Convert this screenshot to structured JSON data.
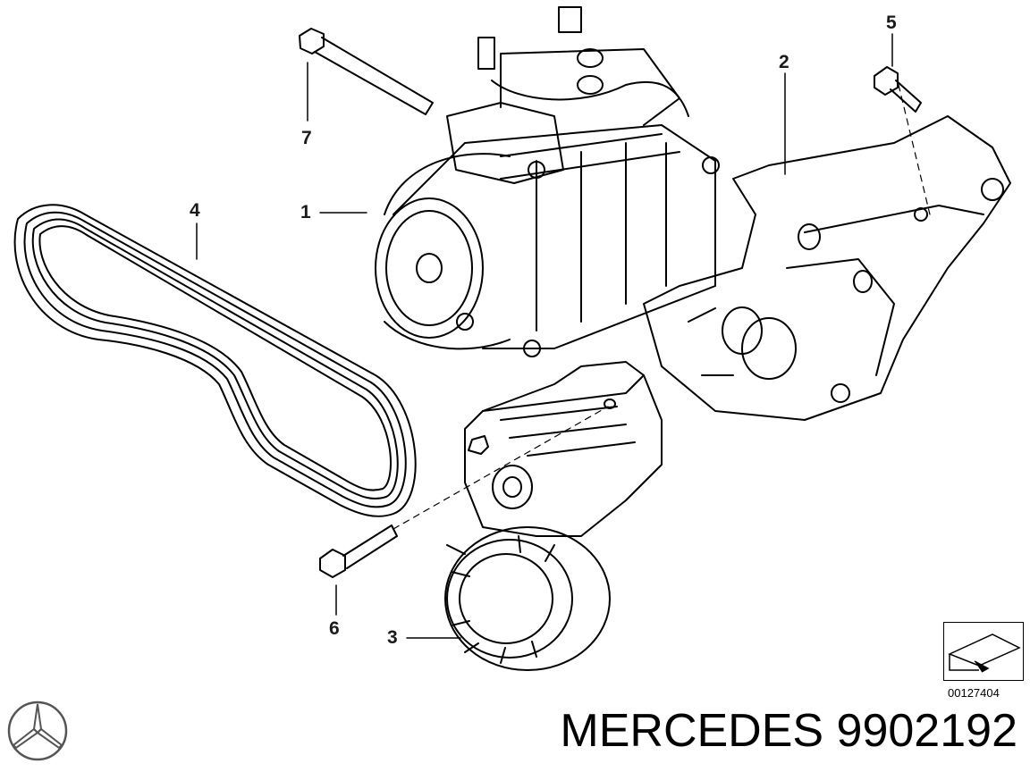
{
  "callouts": {
    "c1": "1",
    "c2": "2",
    "c3": "3",
    "c4": "4",
    "c5": "5",
    "c6": "6",
    "c7": "7"
  },
  "reference": {
    "doc_number": "00127404"
  },
  "brand": {
    "text": "MERCEDES 9902192",
    "logo_icon": "mercedes-star-icon"
  },
  "colors": {
    "line": "#000000",
    "background": "#ffffff"
  }
}
